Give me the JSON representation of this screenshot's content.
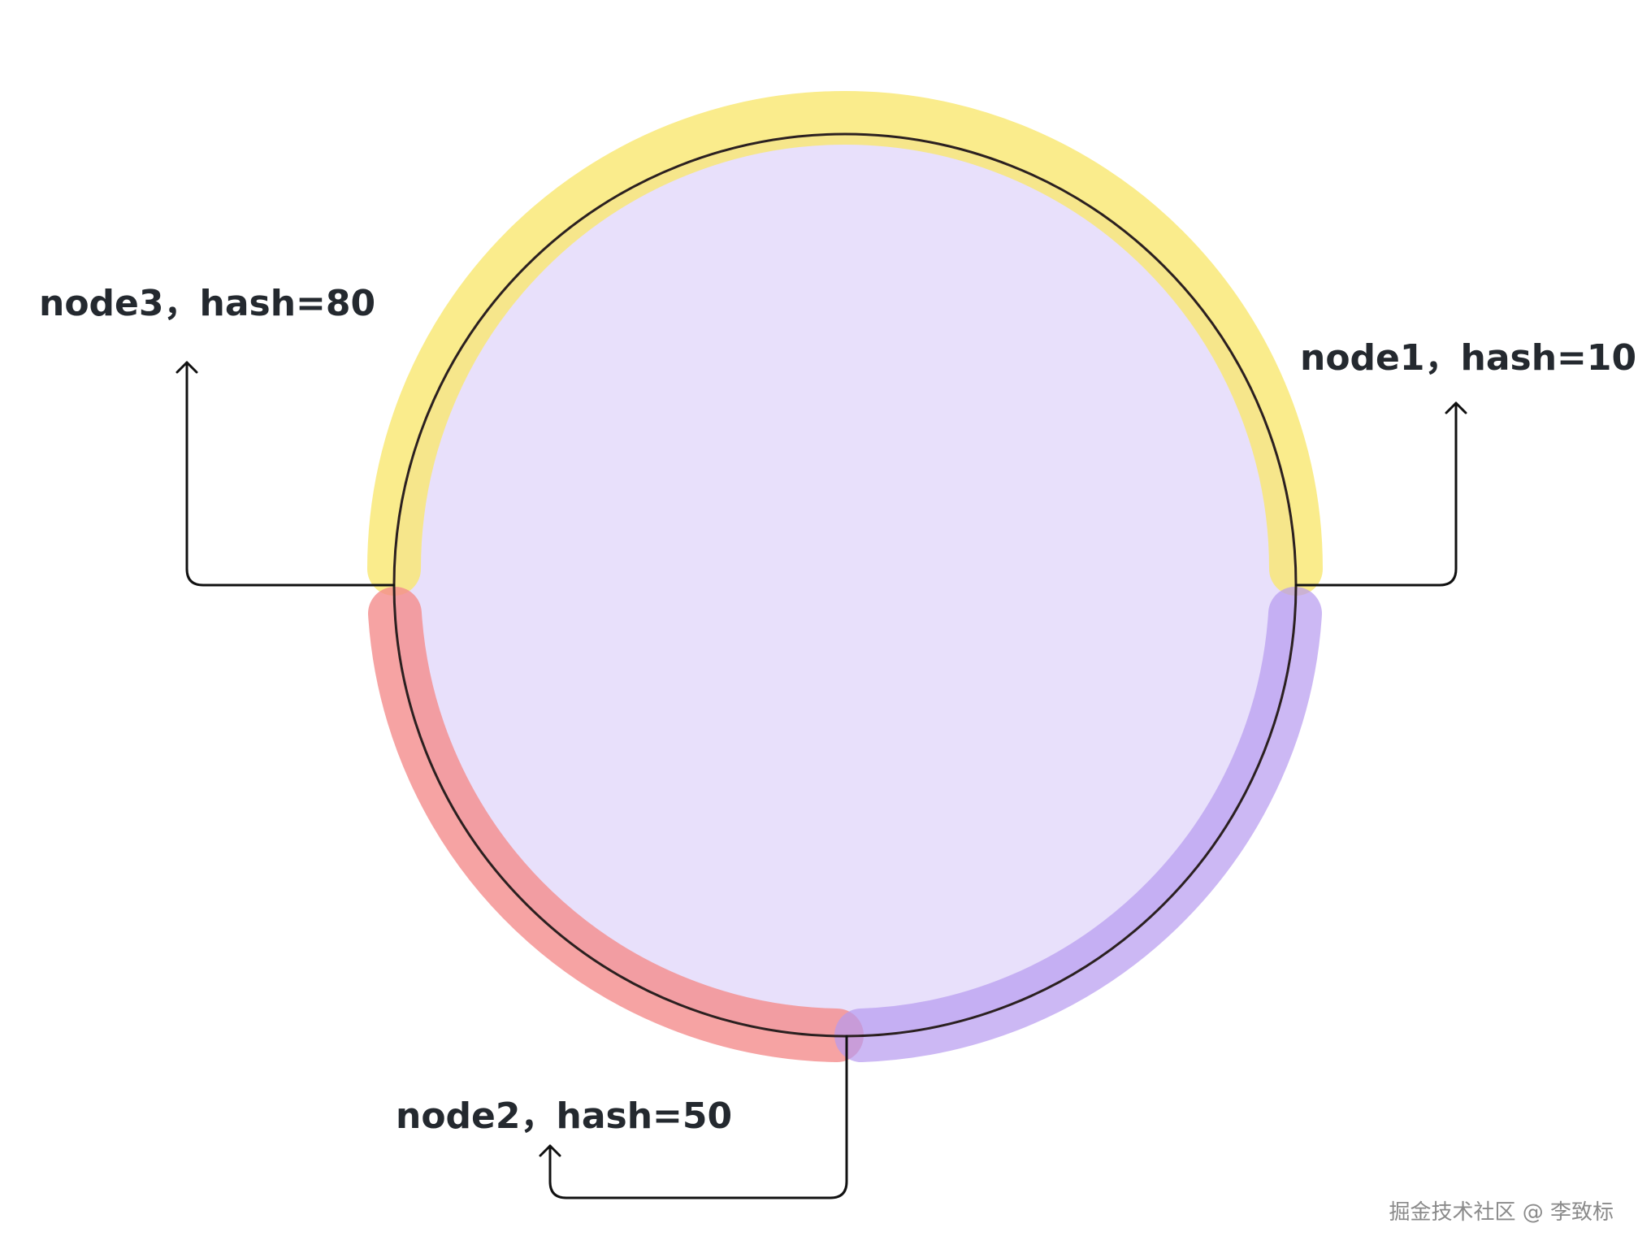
{
  "diagram": {
    "nodes": [
      {
        "id": "node1",
        "label": "node1，hash=10"
      },
      {
        "id": "node2",
        "label": "node2，hash=50"
      },
      {
        "id": "node3",
        "label": "node3，hash=80"
      }
    ],
    "watermark": "掘金技术社区 @ 李致标",
    "colors": {
      "ring_fill": "#e8e0fb",
      "ring_stroke": "#2b2020",
      "node1_segment": "#f9e76f",
      "node2_segment": "#f48c8c",
      "node3_segment": "#b79af0",
      "connector": "#111111",
      "label_text": "#24292f"
    }
  }
}
